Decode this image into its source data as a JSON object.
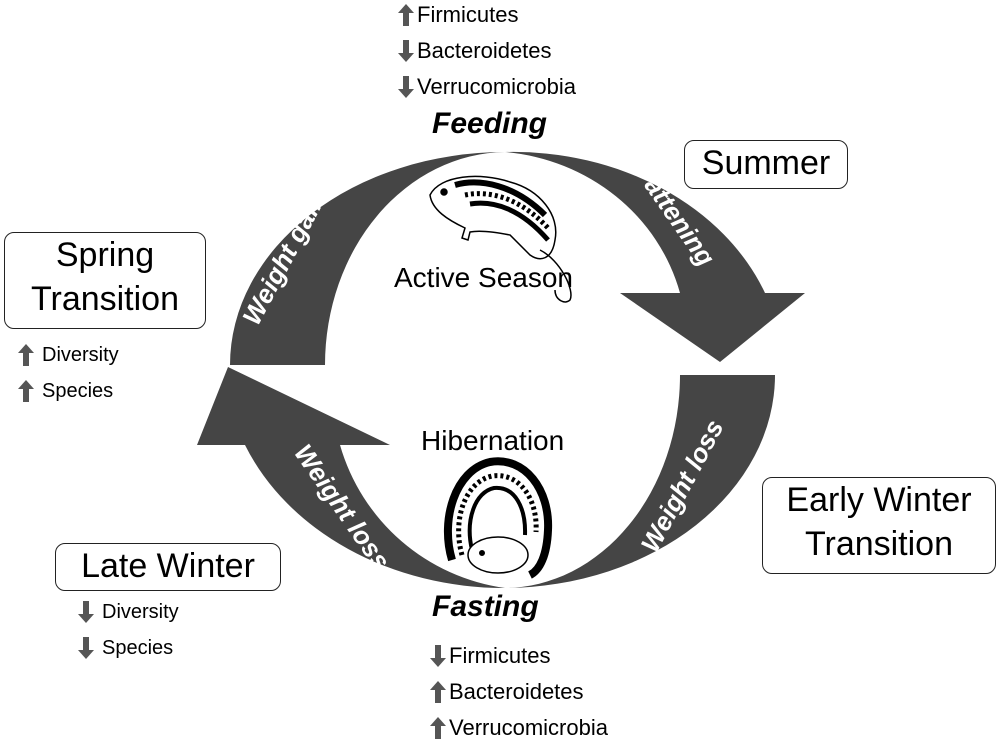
{
  "feeding": {
    "title": "Feeding",
    "items": [
      {
        "direction": "up",
        "label": "Firmicutes"
      },
      {
        "direction": "down",
        "label": "Bacteroidetes"
      },
      {
        "direction": "down",
        "label": "Verrucomicrobia"
      }
    ]
  },
  "fasting": {
    "title": "Fasting",
    "items": [
      {
        "direction": "down",
        "label": "Firmicutes"
      },
      {
        "direction": "up",
        "label": "Bacteroidetes"
      },
      {
        "direction": "up",
        "label": "Verrucomicrobia"
      }
    ]
  },
  "seasons": {
    "summer": "Summer",
    "spring": [
      "Spring",
      "Transition"
    ],
    "early_winter": [
      "Early Winter",
      "Transition"
    ],
    "late_winter": "Late Winter"
  },
  "spring_list": [
    {
      "direction": "up",
      "label": "Diversity"
    },
    {
      "direction": "up",
      "label": "Species"
    }
  ],
  "late_winter_list": [
    {
      "direction": "down",
      "label": "Diversity"
    },
    {
      "direction": "down",
      "label": "Species"
    }
  ],
  "cycle": {
    "active": "Active Season",
    "hibernation": "Hibernation",
    "arrows": {
      "weight_gain": "Weight gain",
      "fattening": "Fattening",
      "weight_loss_right": "Weight loss",
      "weight_loss_left": "Weight loss"
    }
  },
  "colors": {
    "arrow": "#454545",
    "text": "#000000"
  }
}
